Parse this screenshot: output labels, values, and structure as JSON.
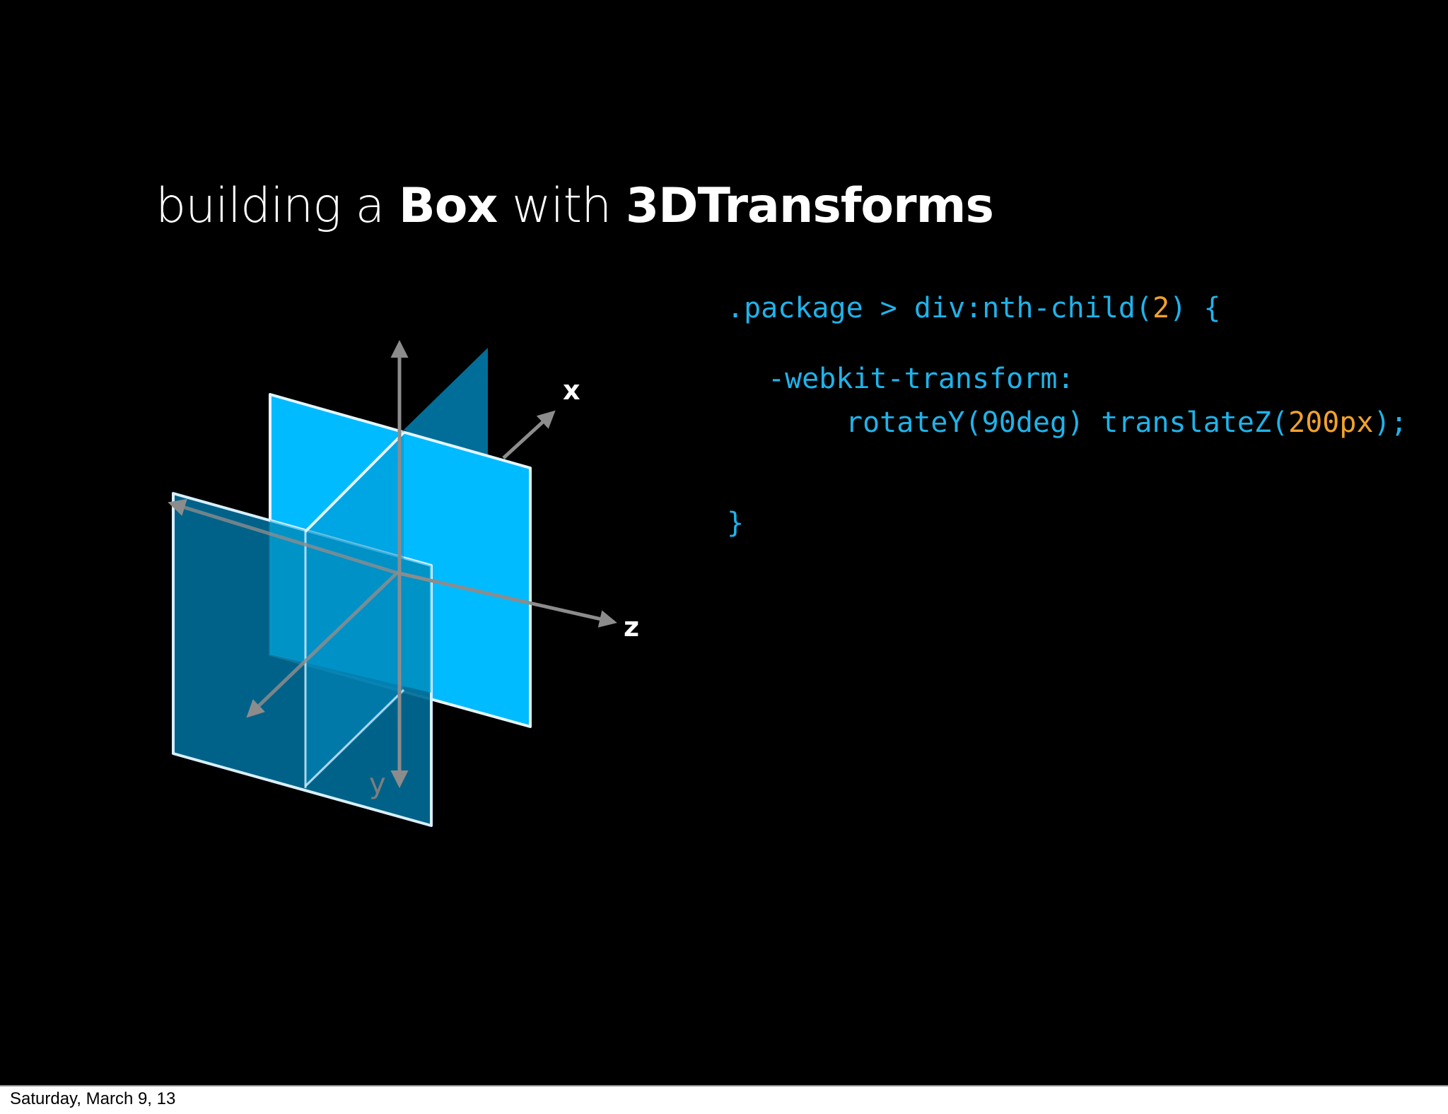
{
  "slide": {
    "title": {
      "part1": "building a ",
      "part2": "Box",
      "part3": " with ",
      "part4": "3DTransforms"
    },
    "code": {
      "line1_pre": ".package > div:nth-child(",
      "line1_num": "2",
      "line1_post": ") {",
      "line2": "-webkit-transform:",
      "line3_pre": "rotateY(90deg) translateZ(",
      "line3_num": "200px",
      "line3_post": ");",
      "line4": "}"
    },
    "axes": {
      "x_label": "x",
      "y_label": "y",
      "z_label": "z"
    }
  },
  "footer": {
    "date": "Saturday, March 9, 13"
  },
  "colors": {
    "background": "#000000",
    "code_text": "#1fb3ea",
    "code_number": "#f2a22c",
    "plane_front": "#00bbff",
    "plane_dark": "#006e99",
    "axis_gray": "#8c8c8c"
  }
}
